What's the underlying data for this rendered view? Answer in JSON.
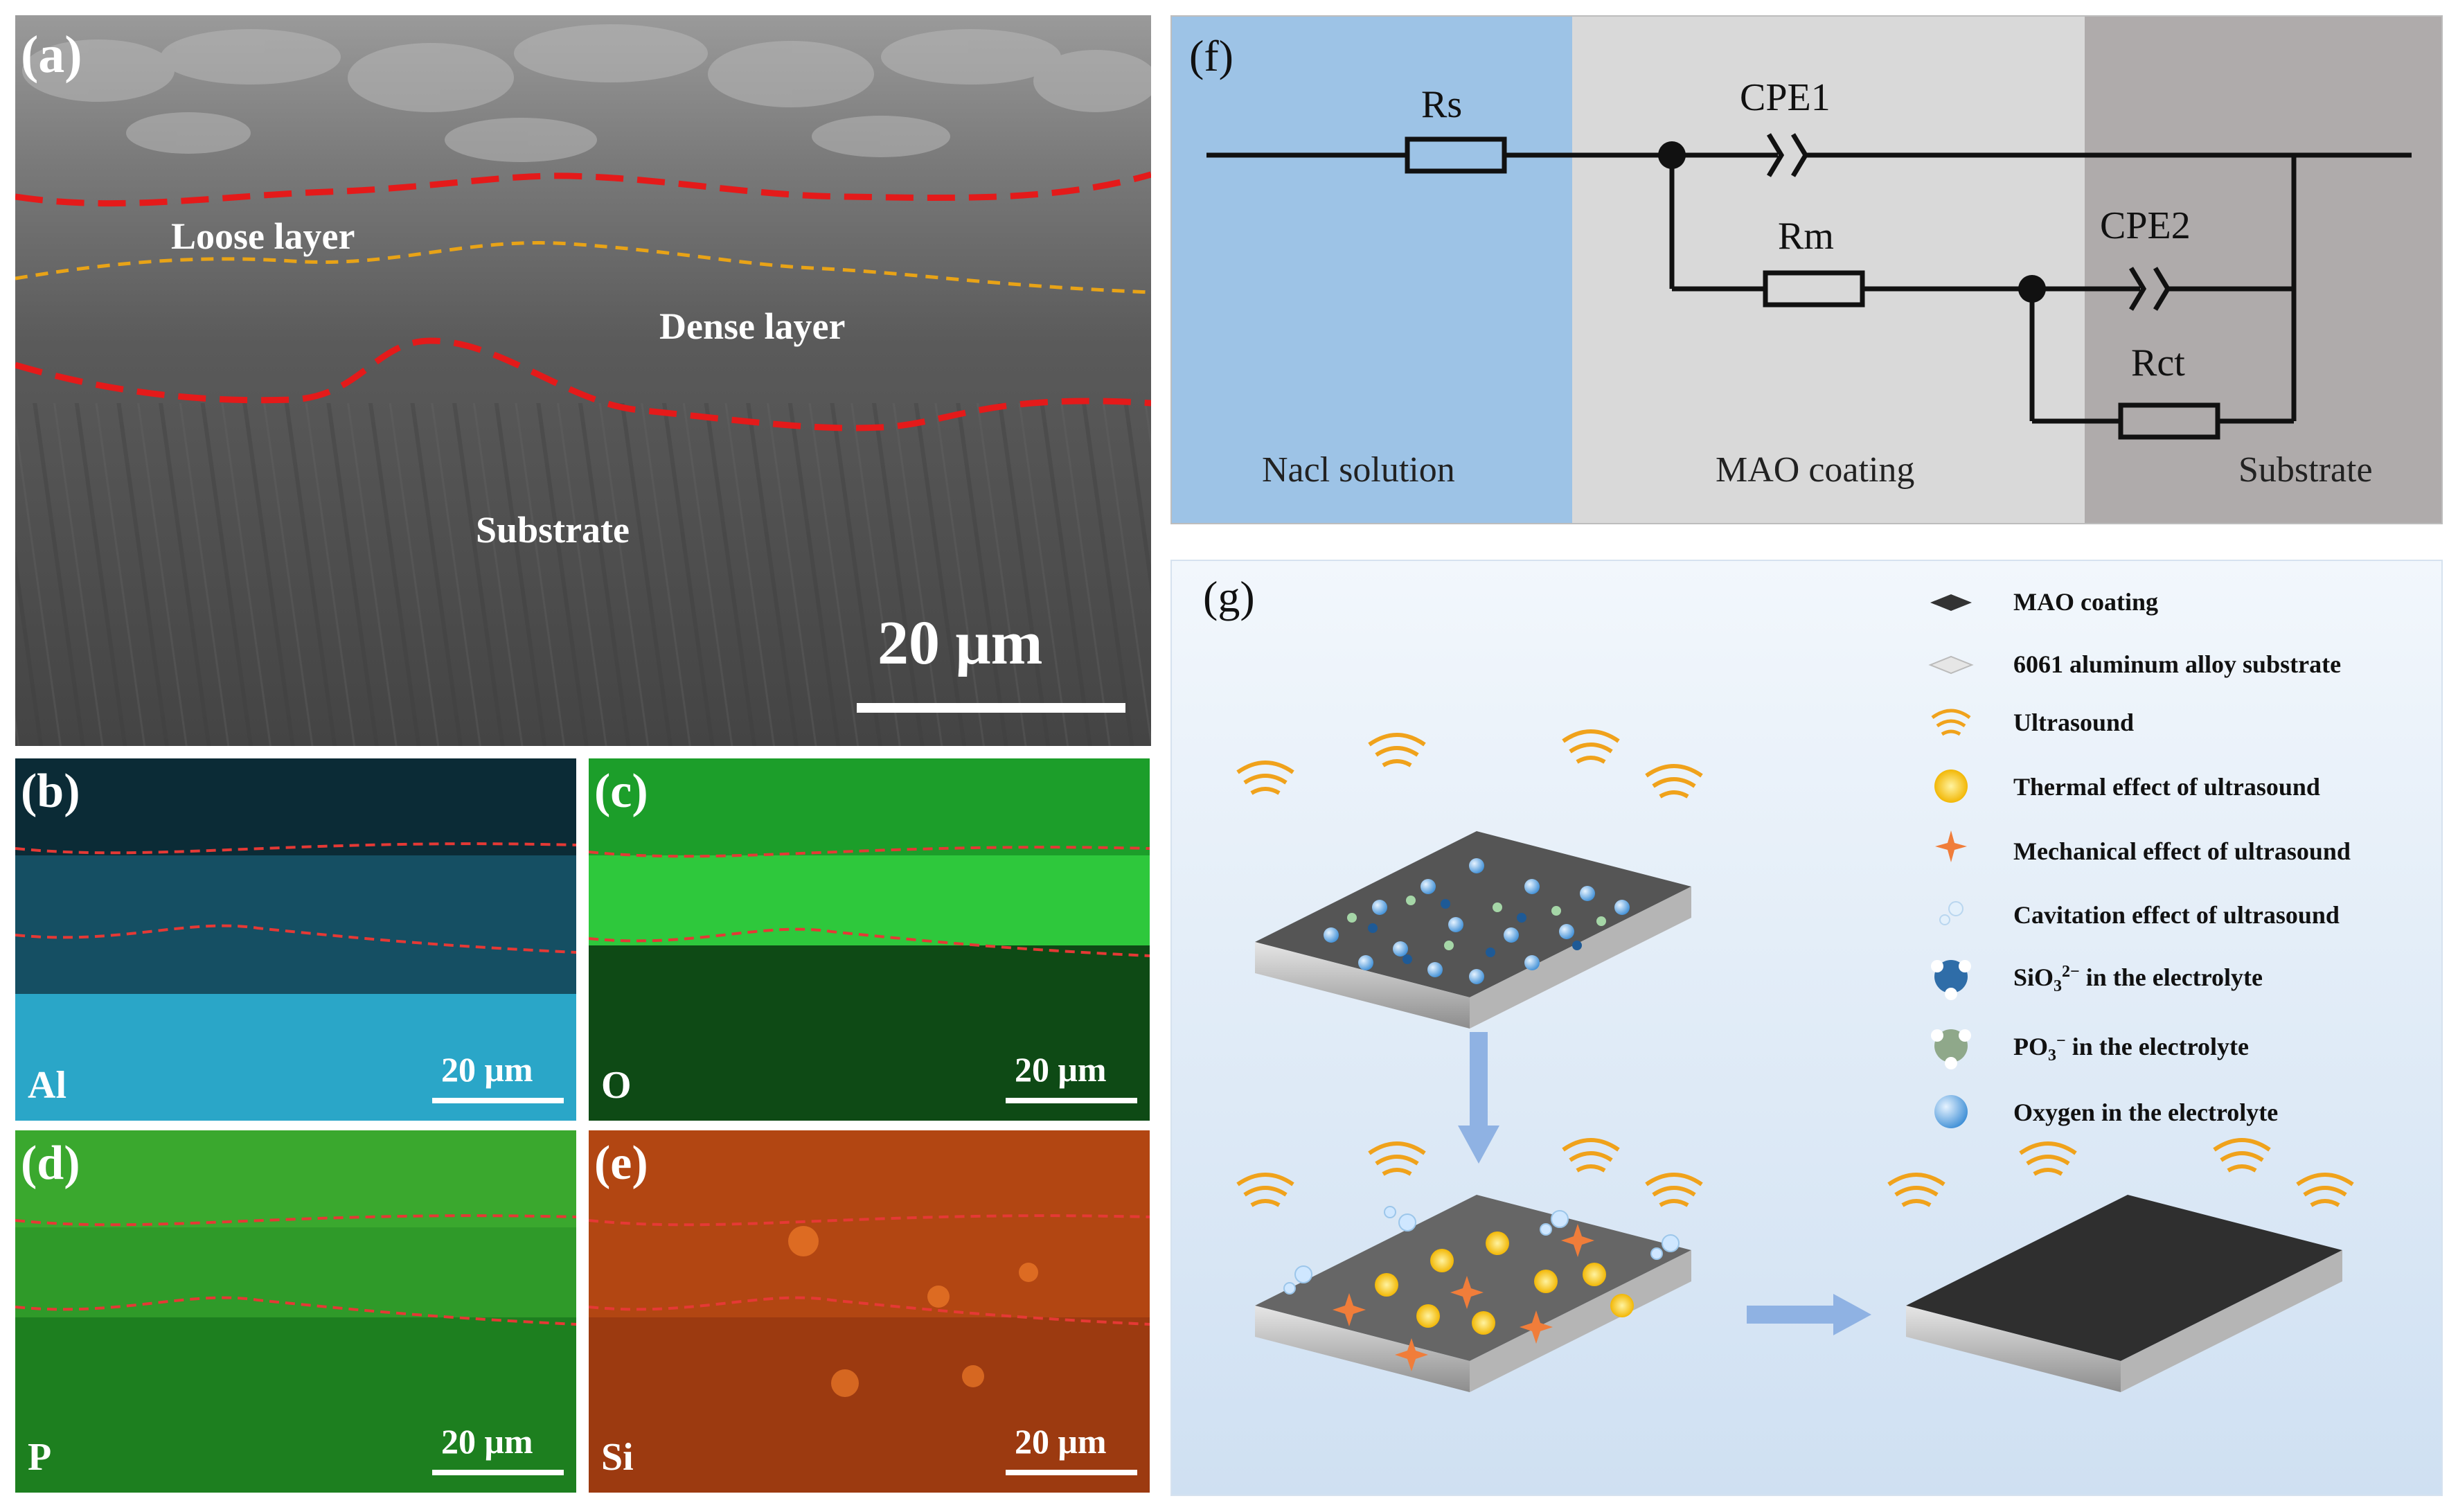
{
  "panel_a": {
    "label": "(a)",
    "layers": {
      "loose": "Loose layer",
      "dense": "Dense layer",
      "substrate": "Substrate"
    },
    "scale_bar": "20 μm"
  },
  "maps": [
    {
      "label": "(b)",
      "element": "Al",
      "scale_bar": "20 μm",
      "color": "#2aa6c8"
    },
    {
      "label": "(c)",
      "element": "O",
      "scale_bar": "20 μm",
      "color": "#1fa82a"
    },
    {
      "label": "(d)",
      "element": "P",
      "scale_bar": "20 μm",
      "color": "#2e9e2a"
    },
    {
      "label": "(e)",
      "element": "Si",
      "scale_bar": "20 μm",
      "color": "#c2410c"
    }
  ],
  "panel_f": {
    "label": "(f)",
    "components": {
      "rs": "Rs",
      "cpe1": "CPE1",
      "rm": "Rm",
      "cpe2": "CPE2",
      "rct": "Rct"
    },
    "zones": {
      "solution": "Nacl solution",
      "coating": "MAO coating",
      "substrate": "Substrate"
    },
    "zone_colors": {
      "solution": "#9dc3e6",
      "coating": "#d9d9d9",
      "substrate": "#afabab"
    }
  },
  "panel_g": {
    "label": "(g)",
    "legend": {
      "mao": "MAO coating",
      "substrate": "6061 aluminum alloy substrate",
      "ultrasound": "Ultrasound",
      "thermal": "Thermal effect of ultrasound",
      "mechanical": "Mechanical effect of ultrasound",
      "cavitation": "Cavitation effect of ultrasound",
      "sio3": "SiO",
      "sio3_sub": "3",
      "sio3_sup": "2−",
      "sio3_tail": " in the electrolyte",
      "po3": "PO",
      "po3_sub": "3",
      "po3_sup": "−",
      "po3_tail": " in the electrolyte",
      "oxygen": "Oxygen in the electrolyte"
    }
  }
}
